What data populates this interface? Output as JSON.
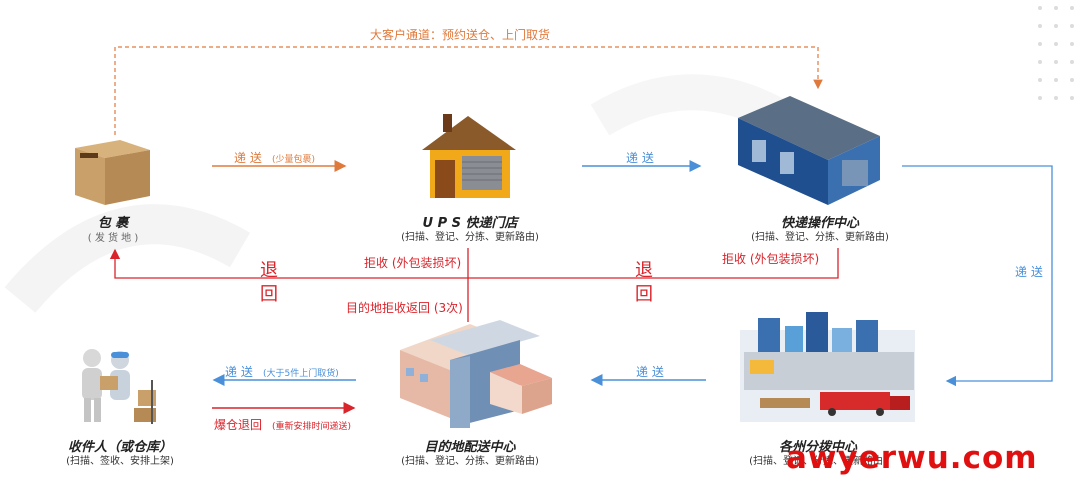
{
  "top_route": {
    "label": "大客户通道：预约送仓、上门取货"
  },
  "nodes": {
    "parcel": {
      "title": "包  裹",
      "sub": "( 发 货 地 )"
    },
    "store": {
      "title": "U P S 快递门店",
      "sub": "(扫描、登记、分拣、更新路由)"
    },
    "operation": {
      "title": "快递操作中心",
      "sub": "(扫描、登记、分拣、更新路由)"
    },
    "state": {
      "title": "各州分拨中心",
      "sub": "(扫描、登记、分拣、更新路由)"
    },
    "destination": {
      "title": "目的地配送中心",
      "sub": "(扫描、登记、分拣、更新路由)"
    },
    "receiver": {
      "title": "收件人（或仓库）",
      "sub": "(扫描、签收、安排上架)"
    }
  },
  "edges": {
    "deliver_small": {
      "label": "递 送",
      "note": "(少量包裹)"
    },
    "deliver_store_op": {
      "label": "递 送"
    },
    "deliver_side": {
      "label": "递 送"
    },
    "deliver_state_dest": {
      "label": "递 送"
    },
    "deliver_dest_recv": {
      "label": "递 送",
      "note": "(大于5件上门取货)"
    },
    "reject_store": {
      "label": "拒收 (外包装损坏)"
    },
    "reject_op": {
      "label": "拒收 (外包装损坏)"
    },
    "return_left": {
      "chars": [
        "退",
        "回"
      ]
    },
    "return_mid": {
      "chars": [
        "退",
        "回"
      ]
    },
    "dest_reject": {
      "label": "目的地拒收返回 (3次)"
    },
    "overflow_return": {
      "label": "爆仓退回",
      "note": "(重新安排时间递送)"
    }
  },
  "watermark": "awyerwu.com",
  "colors": {
    "orange": "#e07a3c",
    "blue": "#4a90d9",
    "red": "#d9242b"
  }
}
